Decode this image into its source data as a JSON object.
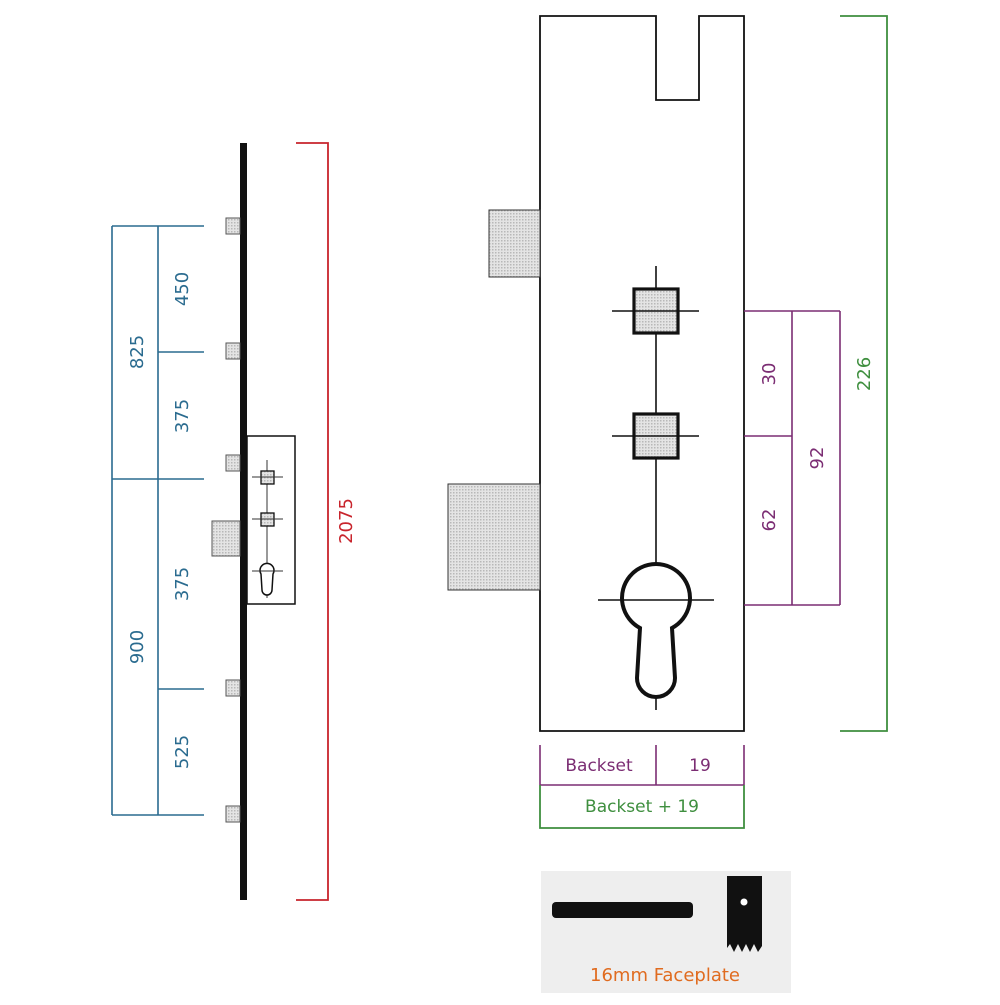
{
  "colors": {
    "blue": "#2a6b8f",
    "red": "#c8242c",
    "purple": "#7b2d73",
    "green": "#3f8f3f",
    "orange": "#e06b1f",
    "hatch": "#c8c8c8",
    "panel": "#eeeeee"
  },
  "side_view": {
    "blue_dims": {
      "upper_total": "825",
      "lower_total": "900",
      "seg1": "450",
      "seg2": "375",
      "seg3": "375",
      "seg4": "525"
    },
    "overall_height": "2075"
  },
  "front_view": {
    "purple_dims": {
      "upper": "30",
      "lower": "62",
      "total": "92"
    },
    "overall_height": "226",
    "bottom_dims": {
      "backset": "Backset",
      "faceplate": "19",
      "combined": "Backset + 19"
    }
  },
  "faceplate_panel": {
    "label": "16mm Faceplate"
  }
}
